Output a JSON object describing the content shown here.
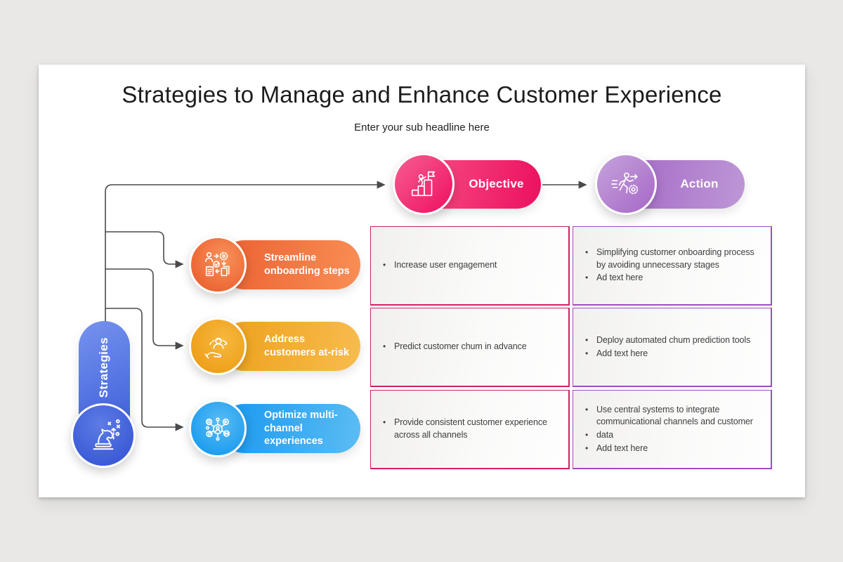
{
  "title": "Strategies to Manage and Enhance Customer Experience",
  "subtitle": "Enter your sub headline here",
  "root": {
    "label": "Strategies",
    "icon": "chess-knight-strategy-icon"
  },
  "header": {
    "objective": {
      "label": "Objective",
      "icon": "goal-steps-flag-icon"
    },
    "action": {
      "label": "Action",
      "icon": "running-person-gear-icon"
    }
  },
  "rows": [
    {
      "strategy": "Streamline\nonboarding steps",
      "icon": "onboarding-flow-icon",
      "objective_items": [
        "Increase user engagement"
      ],
      "action_items": [
        "Simplifying customer onboarding process by avoiding unnecessary stages",
        "Ad text here"
      ]
    },
    {
      "strategy": "Address\ncustomers at-risk",
      "icon": "customer-retention-hand-icon",
      "objective_items": [
        "Predict customer chum in advance"
      ],
      "action_items": [
        "Deploy automated chum prediction tools",
        "Add text here"
      ]
    },
    {
      "strategy": "Optimize multi-\nchannel experiences",
      "icon": "multi-channel-icon",
      "objective_items": [
        "Provide consistent customer experience across all channels"
      ],
      "action_items": [
        "Use central systems to integrate communicational channels and customer",
        "data",
        "Add text here"
      ]
    }
  ],
  "colors": {
    "objective_pink": "#ec1060",
    "action_purple": "#a766c6",
    "row1_orange": "#eb6131",
    "row2_amber": "#eea01a",
    "row3_blue": "#1b9cef",
    "root_blue": "#3c5dd9",
    "connector_gray": "#4a4a4a",
    "background_gray": "#e9e8e6"
  }
}
